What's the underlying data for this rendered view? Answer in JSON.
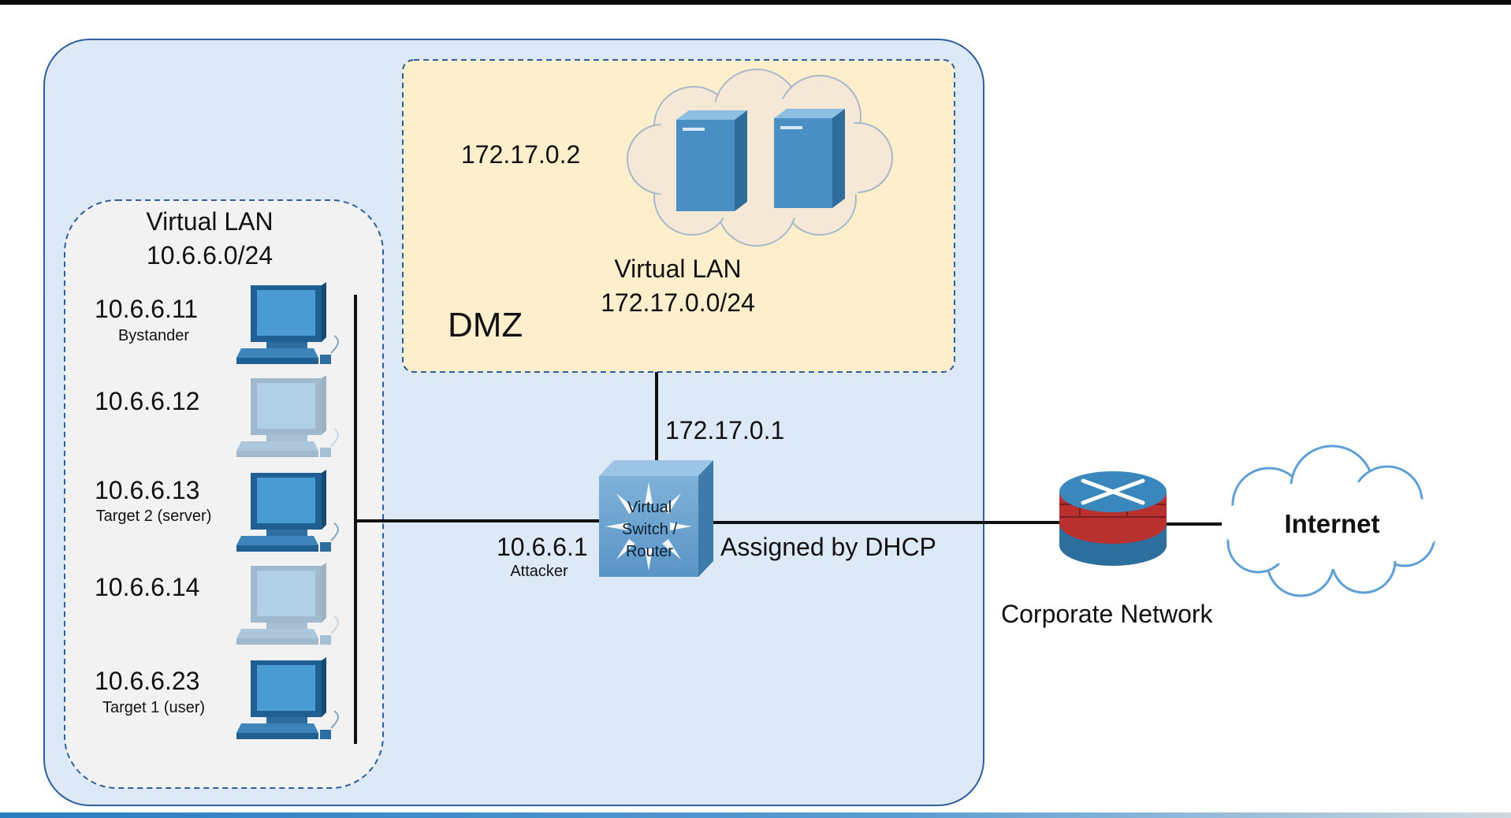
{
  "vlan_left": {
    "title_line1": "Virtual LAN",
    "title_line2": "10.6.6.0/24",
    "hosts": [
      {
        "ip": "10.6.6.11",
        "role": "Bystander",
        "active": true
      },
      {
        "ip": "10.6.6.12",
        "role": "",
        "active": false
      },
      {
        "ip": "10.6.6.13",
        "role": "Target 2 (server)",
        "active": true
      },
      {
        "ip": "10.6.6.14",
        "role": "",
        "active": false
      },
      {
        "ip": "10.6.6.23",
        "role": "Target 1 (user)",
        "active": true
      }
    ]
  },
  "dmz": {
    "label": "DMZ",
    "server_ip": "172.17.0.2",
    "vlan_line1": "Virtual LAN",
    "vlan_line2": "172.17.0.0/24"
  },
  "switch": {
    "label_line1": "Virtual",
    "label_line2": "Switch /",
    "label_line3": "Router",
    "dmz_ip": "172.17.0.1",
    "lan_ip": "10.6.6.1",
    "lan_role": "Attacker",
    "wan_text": "Assigned by DHCP"
  },
  "corporate": {
    "label": "Corporate Network"
  },
  "internet": {
    "label": "Internet"
  },
  "colors": {
    "outer_fill": "#dde9f6",
    "outer_stroke": "#2f5f9e",
    "vlan_fill": "#f2f2f2",
    "dmz_fill": "#fdefcc",
    "device_blue": "#3f8ec4",
    "device_faded": "#b7cfe3",
    "cloud_fill": "#f5e8d6",
    "router_red": "#b8312f"
  }
}
